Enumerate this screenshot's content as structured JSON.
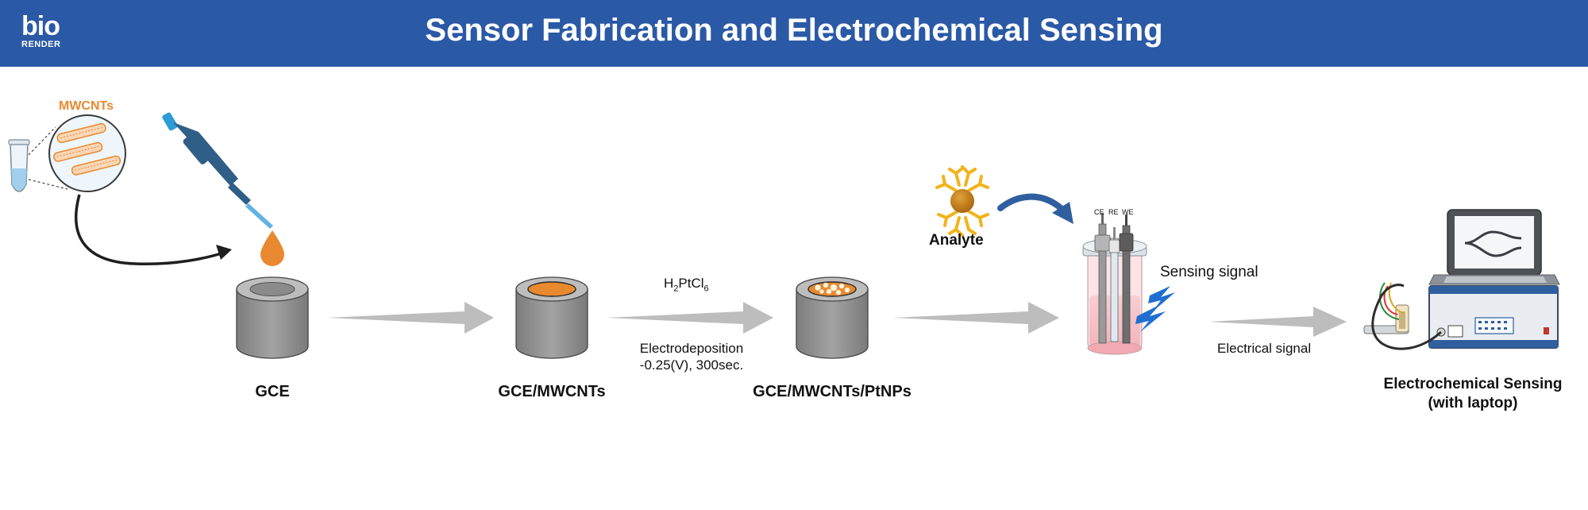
{
  "header": {
    "logo_main": "bio",
    "logo_sub": "RENDER",
    "title": "Sensor Fabrication and Electrochemical Sensing"
  },
  "labels": {
    "mwcnts": "MWCNTs",
    "gce": "GCE",
    "gce_mwcnts": "GCE/MWCNTs",
    "gce_mwcnts_ptnps": "GCE/MWCNTs/PtNPs",
    "reagent_prefix": "H",
    "reagent_sub1": "2",
    "reagent_mid": "PtCl",
    "reagent_sub2": "6",
    "electrodeposition_line1": "Electrodeposition",
    "electrodeposition_line2": "-0.25(V), 300sec.",
    "analyte": "Analyte",
    "electrode_ce": "CE",
    "electrode_re": "RE",
    "electrode_we": "WE",
    "sensing_signal": "Sensing signal",
    "electrical_signal": "Electrical signal",
    "final_line1": "Electrochemical Sensing",
    "final_line2": "(with laptop)"
  },
  "colors": {
    "header_bg": "#2a59a6",
    "mwcnt_orange": "#e8892f",
    "electrode_gray": "#8f8f8f",
    "arrow_gray": "#bdbdbd",
    "pipette_blue": "#2f5f86",
    "analyte_gold": "#f2b31b",
    "bolt_blue": "#1f6fd1"
  }
}
